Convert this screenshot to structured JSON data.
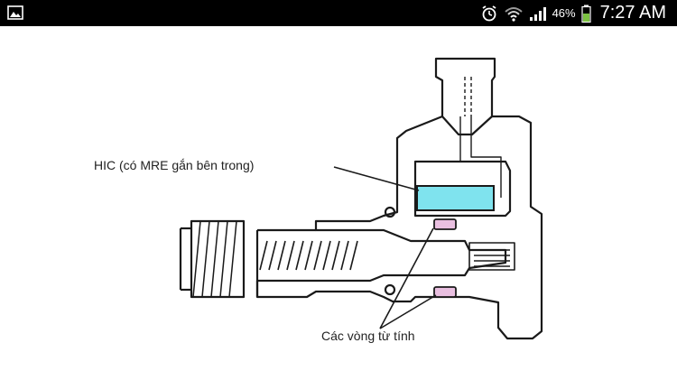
{
  "status_bar": {
    "battery_percent": "46%",
    "time": "7:27 AM",
    "icons": [
      "gallery-icon",
      "alarm-clock-icon",
      "wifi-icon",
      "signal-icon",
      "battery-icon"
    ]
  },
  "diagram": {
    "label_hic": "HIC (có MRE gắn bên trong)",
    "label_rings": "Các vòng từ tính",
    "colors": {
      "hic_fill": "#7fe3ee",
      "ring_fill": "#e9bfe0",
      "outline": "#1a1a1a",
      "background": "#ffffff"
    }
  }
}
